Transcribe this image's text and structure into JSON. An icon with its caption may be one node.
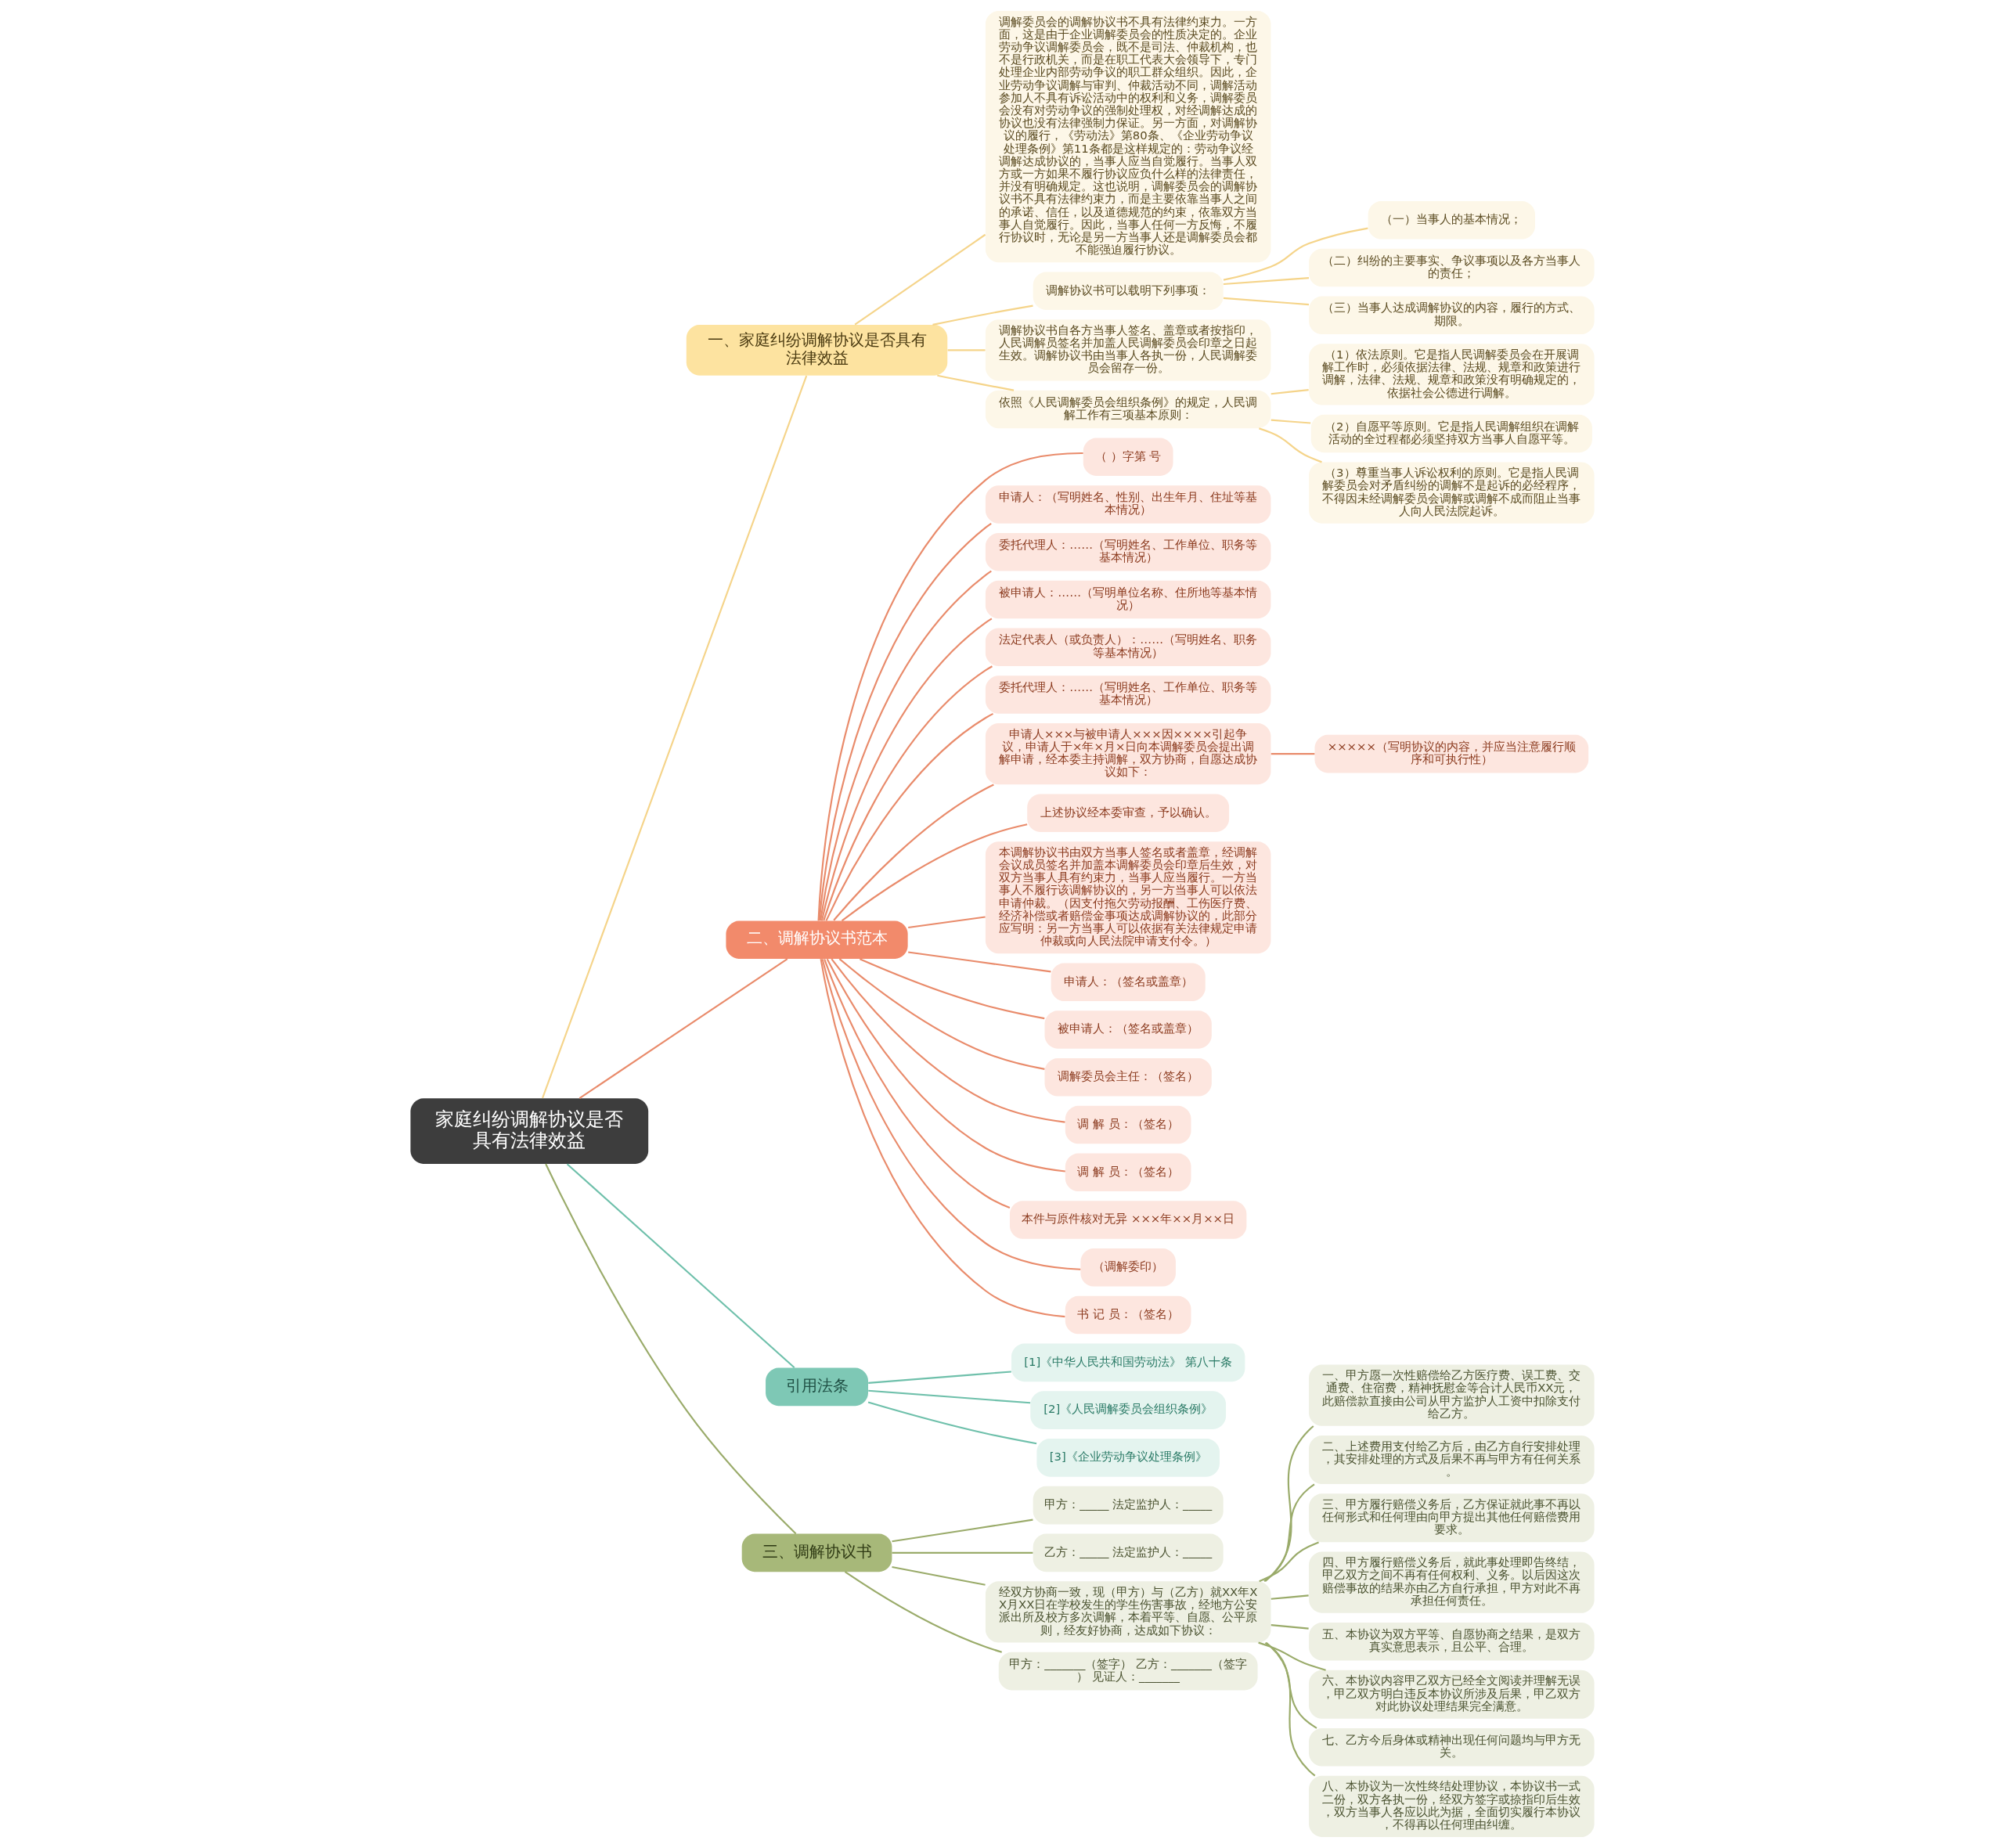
{
  "diagram": {
    "nodes": [
      {
        "text": [
          "家庭纠纷调解协议是否具有法律效益"
        ]
      },
      {
        "text": [
          "一、家庭纠纷调解协议是否具有法律效益"
        ]
      },
      {
        "text": [
          "调解委员会的调解协议书不具有法律约束力。一方面，这是由于企业调解委员会的性质决定的。企业劳动争议调解委员会，既不是司法、仲裁机构，也不是行政机关，而是在职工代表大会领导下，专门处理企业内部劳动争议的职工群众组织。因此，企业劳动争议调解与审判、仲裁活动不同，调解活动参加人不具有诉讼活动中的权利和义务，调解委员会没有对劳动争议的强制处理权，对经调解达成的协议也没有法律强制力保证。另一方面，对调解协议的履行，《劳动法》第80条、《企业劳动争议处理条例》第11条都是这样规定的：劳动争议经调解达成协议的，当事人应当自觉履行。当事人双方或一方如果不履行协议应负什么样的法律责任，并没有明确规定。这也说明，调解委员会的调解协议书不具有法律约束力，而是主要依靠当事人之间的承诺、信任，以及道德规范的约束，依靠双方当事人自觉履行。因此，当事人任何一方反悔，不履行协议时，无论是另一方当事人还是调解委员会都不能强迫履行协议。"
        ]
      },
      {
        "text": [
          "调解协议书可以载明下列事项："
        ]
      },
      {
        "text": [
          "（一）当事人的基本情况；"
        ]
      },
      {
        "text": [
          "（二）纠纷的主要事实、争议事项以及各方当事人的责任；"
        ]
      },
      {
        "text": [
          "（三）当事人达成调解协议的内容，履行的方式、期限。"
        ]
      },
      {
        "text": [
          "调解协议书自各方当事人签名、盖章或者按指印，人民调解员签名并加盖人民调解委员会印章之日起生效。调解协议书由当事人各执一份，人民调解委员会留存一份。"
        ]
      },
      {
        "text": [
          "依照《人民调解委员会组织条例》的规定，人民调解工作有三项基本原则："
        ]
      },
      {
        "text": [
          "（1）依法原则。它是指人民调解委员会在开展调解工作时，必须依据法律、法规、规章和政策进行调解，法律、法规、规章和政策没有明确规定的，依据社会公德进行调解。"
        ]
      },
      {
        "text": [
          "（2）自愿平等原则。它是指人民调解组织在调解活动的全过程都必须坚持双方当事人自愿平等。"
        ]
      },
      {
        "text": [
          "（3）尊重当事人诉讼权利的原则。它是指人民调解委员会对矛盾纠纷的调解不是起诉的必经程序，不得因未经调解委员会调解或调解不成而阻止当事人向人民法院起诉。"
        ]
      },
      {
        "text": [
          "二、调解协议书范本"
        ]
      },
      {
        "text": [
          "（ ）字第 号"
        ]
      },
      {
        "text": [
          "申请人：（写明姓名、性别、出生年月、住址等基本情况）"
        ]
      },
      {
        "text": [
          "委托代理人：……（写明姓名、工作单位、职务等基本情况）"
        ]
      },
      {
        "text": [
          "被申请人：……（写明单位名称、住所地等基本情况）"
        ]
      },
      {
        "text": [
          "法定代表人（或负责人）：……（写明姓名、职务等基本情况）"
        ]
      },
      {
        "text": [
          "委托代理人：……（写明姓名、工作单位、职务等基本情况）"
        ]
      },
      {
        "text": [
          "申请人×××与被申请人×××因××××引起争议，申请人于×年×月×日向本调解委员会提出调解申请，经本委主持调解，双方协商，自愿达成协议如下："
        ]
      },
      {
        "text": [
          "×××××（写明协议的内容，并应当注意履行顺序和可执行性）"
        ]
      },
      {
        "text": [
          "上述协议经本委审查，予以确认。"
        ]
      },
      {
        "text": [
          "本调解协议书由双方当事人签名或者盖章，经调解会议成员签名并加盖本调解委员会印章后生效，对双方当事人具有约束力，当事人应当履行。一方当事人不履行该调解协议的，另一方当事人可以依法申请仲裁。（因支付拖欠劳动报酬、工伤医疗费、经济补偿或者赔偿金事项达成调解协议的，此部分应写明：另一方当事人可以依据有关法律规定申请仲裁或向人民法院申请支付令。）"
        ]
      },
      {
        "text": [
          "申请人：（签名或盖章）"
        ]
      },
      {
        "text": [
          "被申请人：（签名或盖章）"
        ]
      },
      {
        "text": [
          "调解委员会主任：（签名）"
        ]
      },
      {
        "text": [
          "调 解 员：（签名）"
        ]
      },
      {
        "text": [
          "调 解 员：（签名）"
        ]
      },
      {
        "text": [
          "本件与原件核对无异 ×××年××月××日"
        ]
      },
      {
        "text": [
          "（调解委印）"
        ]
      },
      {
        "text": [
          "书 记 员：（签名）"
        ]
      },
      {
        "text": [
          "引用法条"
        ]
      },
      {
        "text": [
          "[1]《中华人民共和国劳动法》 第八十条"
        ]
      },
      {
        "text": [
          "[2]《人民调解委员会组织条例》"
        ]
      },
      {
        "text": [
          "[3]《企业劳动争议处理条例》"
        ]
      },
      {
        "text": [
          "三、调解协议书"
        ]
      },
      {
        "text": [
          "甲方：_____ 法定监护人：_____"
        ]
      },
      {
        "text": [
          "乙方：_____ 法定监护人：_____"
        ]
      },
      {
        "text": [
          "经双方协商一致，现（甲方）与（乙方）就XX年XX月XX日在学校发生的学生伤害事故，经地方公安派出所及校方多次调解，本着平等、自愿、公平原则，经友好协商，达成如下协议："
        ]
      },
      {
        "text": [
          "一、甲方愿一次性赔偿给乙方医疗费、误工费、交通费、住宿费，精神抚慰金等合计人民币XX元，此赔偿款直接由公司从甲方监护人工资中扣除支付给乙方。"
        ]
      },
      {
        "text": [
          "二、上述费用支付给乙方后，由乙方自行安排处理，其安排处理的方式及后果不再与甲方有任何关系。"
        ]
      },
      {
        "text": [
          "三、甲方履行赔偿义务后，乙方保证就此事不再以任何形式和任何理由向甲方提出其他任何赔偿费用要求。"
        ]
      },
      {
        "text": [
          "四、甲方履行赔偿义务后，就此事处理即告终结，甲乙双方之间不再有任何权利、义务。以后因这次赔偿事故的结果亦由乙方自行承担，甲方对此不再承担任何责任。"
        ]
      },
      {
        "text": [
          "五、本协议为双方平等、自愿协商之结果，是双方真实意思表示，且公平、合理。"
        ]
      },
      {
        "text": [
          "六、本协议内容甲乙双方已经全文阅读并理解无误，甲乙双方明白违反本协议所涉及后果，甲乙双方对此协议处理结果完全满意。"
        ]
      },
      {
        "text": [
          "七、乙方今后身体或精神出现任何问题均与甲方无关。"
        ]
      },
      {
        "text": [
          "八、本协议为一次性终结处理协议，本协议书一式二份，双方各执一份，经双方签字或捺指印后生效，双方当事人各应以此为据，全面切实履行本协议，不得再以任何理由纠缠。"
        ]
      },
      {
        "text": [
          "甲方：_______（签字） 乙方：_______（签字） 见证人：_______"
        ]
      }
    ],
    "edges": [
      {
        "from": 0,
        "to": 1,
        "arrow": "none",
        "color": "#f5d48a"
      },
      {
        "from": 1,
        "to": 2,
        "arrow": "none",
        "color": "#f5d48a"
      },
      {
        "from": 1,
        "to": 3,
        "arrow": "none",
        "color": "#f5d48a"
      },
      {
        "from": 3,
        "to": 4,
        "arrow": "none",
        "color": "#f5d48a"
      },
      {
        "from": 3,
        "to": 5,
        "arrow": "none",
        "color": "#f5d48a"
      },
      {
        "from": 3,
        "to": 6,
        "arrow": "none",
        "color": "#f5d48a"
      },
      {
        "from": 1,
        "to": 7,
        "arrow": "none",
        "color": "#f5d48a"
      },
      {
        "from": 1,
        "to": 8,
        "arrow": "none",
        "color": "#f5d48a"
      },
      {
        "from": 8,
        "to": 9,
        "arrow": "none",
        "color": "#f5d48a"
      },
      {
        "from": 8,
        "to": 10,
        "arrow": "none",
        "color": "#f5d48a"
      },
      {
        "from": 8,
        "to": 11,
        "arrow": "none",
        "color": "#f5d48a"
      },
      {
        "from": 0,
        "to": 12,
        "arrow": "none"
      },
      {
        "from": 12,
        "to": 13,
        "arrow": "none"
      },
      {
        "from": 12,
        "to": 14,
        "arrow": "none"
      },
      {
        "from": 12,
        "to": 15,
        "arrow": "none"
      },
      {
        "from": 12,
        "to": 16,
        "arrow": "none"
      },
      {
        "from": 12,
        "to": 17,
        "arrow": "none"
      },
      {
        "from": 12,
        "to": 18,
        "arrow": "none"
      },
      {
        "from": 12,
        "to": 19,
        "arrow": "none"
      },
      {
        "from": 19,
        "to": 20,
        "arrow": "none"
      },
      {
        "from": 12,
        "to": 21,
        "arrow": "none"
      },
      {
        "from": 12,
        "to": 22,
        "arrow": "none"
      },
      {
        "from": 12,
        "to": 23,
        "arrow": "none"
      },
      {
        "from": 12,
        "to": 24,
        "arrow": "none"
      },
      {
        "from": 12,
        "to": 25,
        "arrow": "none"
      },
      {
        "from": 12,
        "to": 26,
        "arrow": "none"
      },
      {
        "from": 12,
        "to": 27,
        "arrow": "none"
      },
      {
        "from": 12,
        "to": 28,
        "arrow": "none"
      },
      {
        "from": 12,
        "to": 29,
        "arrow": "none"
      },
      {
        "from": 12,
        "to": 30,
        "arrow": "none"
      },
      {
        "from": 0,
        "to": 31,
        "arrow": "none",
        "color": "#6fc0ab"
      },
      {
        "from": 31,
        "to": 32,
        "arrow": "none",
        "color": "#6fc0ab"
      },
      {
        "from": 31,
        "to": 33,
        "arrow": "none",
        "color": "#6fc0ab"
      },
      {
        "from": 31,
        "to": 34,
        "arrow": "none",
        "color": "#6fc0ab"
      },
      {
        "from": 0,
        "to": 35,
        "arrow": "none",
        "color": "#9aab6a"
      },
      {
        "from": 35,
        "to": 36,
        "arrow": "none",
        "color": "#9aab6a"
      },
      {
        "from": 35,
        "to": 37,
        "arrow": "none",
        "color": "#9aab6a"
      },
      {
        "from": 35,
        "to": 38,
        "arrow": "none",
        "color": "#9aab6a"
      },
      {
        "from": 38,
        "to": 39,
        "arrow": "none",
        "color": "#9aab6a"
      },
      {
        "from": 38,
        "to": 40,
        "arrow": "none",
        "color": "#9aab6a"
      },
      {
        "from": 38,
        "to": 41,
        "arrow": "none",
        "color": "#9aab6a"
      },
      {
        "from": 38,
        "to": 42,
        "arrow": "none",
        "color": "#9aab6a"
      },
      {
        "from": 38,
        "to": 43,
        "arrow": "none",
        "color": "#9aab6a"
      },
      {
        "from": 38,
        "to": 44,
        "arrow": "none",
        "color": "#9aab6a"
      },
      {
        "from": 38,
        "to": 45,
        "arrow": "none",
        "color": "#9aab6a"
      },
      {
        "from": 38,
        "to": 46,
        "arrow": "none",
        "color": "#9aab6a"
      },
      {
        "from": 35,
        "to": 47,
        "arrow": "none",
        "color": "#9aab6a"
      }
    ]
  }
}
